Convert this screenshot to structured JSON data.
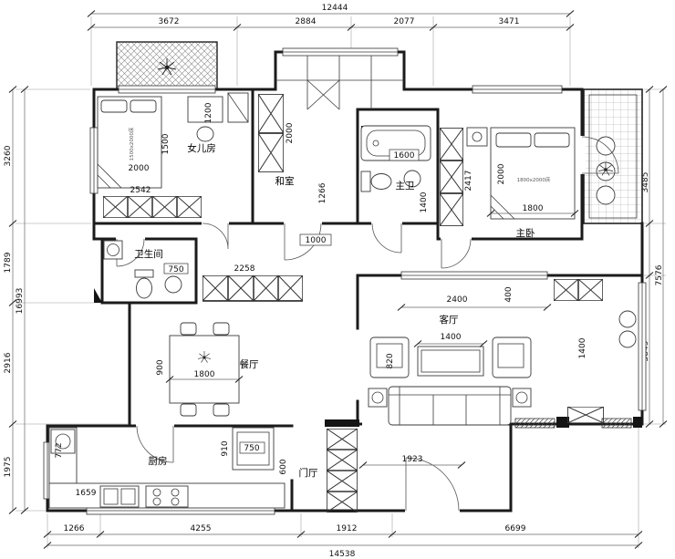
{
  "colors": {
    "ink": "#1b1b1b",
    "background": "#ffffff"
  },
  "dims": {
    "top_total": "12444",
    "top": [
      "3672",
      "2884",
      "2077",
      "3471"
    ],
    "left": [
      "3260",
      "1789",
      "2916",
      "1975"
    ],
    "left_total": "16993",
    "right": [
      "3485",
      "3845"
    ],
    "right_total": "7576",
    "bottom": [
      "1266",
      "4255",
      "1912",
      "6699"
    ],
    "bottom_total": "14538"
  },
  "rooms": {
    "daughter": "女儿房",
    "tatami": "和室",
    "master_bath": "主卫",
    "master_bed": "主卧",
    "bath": "卫生间",
    "dining": "餐厅",
    "living": "客厅",
    "kitchen": "厨房",
    "foyer": "门厅"
  },
  "inner": {
    "d1200": "1200",
    "d1500": "1500",
    "d2000a": "2000",
    "d2542": "2542",
    "d2000b": "2000",
    "d1266": "1266",
    "d1000": "1000",
    "d1600": "1600",
    "d1400a": "1400",
    "d2417": "2417",
    "d2000c": "2000",
    "d1800a": "1800",
    "d750a": "750",
    "d2258": "2258",
    "d900": "900",
    "d1800b": "1800",
    "d2400": "2400",
    "d400": "400",
    "d1400b": "1400",
    "d820": "820",
    "d1400c": "1400",
    "d772": "772",
    "d1659": "1659",
    "d910": "910",
    "d750b": "750",
    "d600": "600",
    "d1923": "1923"
  },
  "annotations": {
    "daughter_bed": "1500x2000床",
    "master_bed": "1800x2000床"
  }
}
